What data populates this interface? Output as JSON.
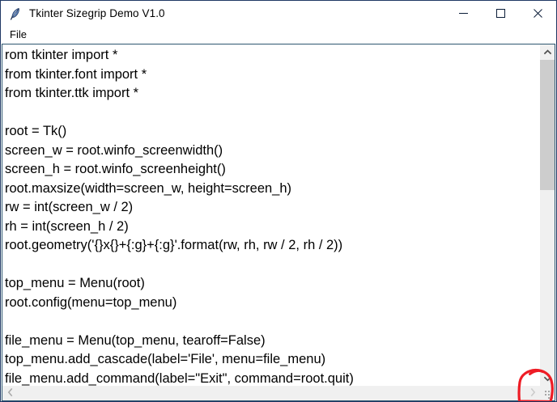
{
  "window": {
    "title": "Tkinter Sizegrip Demo V1.0",
    "icon": "feather-icon",
    "border_color": "#1f3864",
    "controls": {
      "minimize_label": "Minimize",
      "maximize_label": "Maximize",
      "close_label": "Close"
    }
  },
  "menu_bar": {
    "items": [
      {
        "label": "File"
      }
    ]
  },
  "editor": {
    "lines": [
      "rom tkinter import *",
      "from tkinter.font import *",
      "from tkinter.ttk import *",
      "",
      "root = Tk()",
      "screen_w = root.winfo_screenwidth()",
      "screen_h = root.winfo_screenheight()",
      "root.maxsize(width=screen_w, height=screen_h)",
      "rw = int(screen_w / 2)",
      "rh = int(screen_h / 2)",
      "root.geometry('{}x{}+{:g}+{:g}'.format(rw, rh, rw / 2, rh / 2))",
      "",
      "top_menu = Menu(root)",
      "root.config(menu=top_menu)",
      "",
      "file_menu = Menu(top_menu, tearoff=False)",
      "top_menu.add_cascade(label='File', menu=file_menu)",
      "file_menu.add_command(label=\"Exit\", command=root.quit)"
    ],
    "background": "#ffffff",
    "text_color": "#000000"
  },
  "scrollbars": {
    "vertical": {
      "up_arrow": "chevron-up-icon",
      "down_arrow": "chevron-down-icon",
      "thumb_color": "#cdcdcd",
      "track_color": "#f0f0f0"
    },
    "horizontal": {
      "left_arrow": "chevron-left-icon",
      "right_arrow": "chevron-right-icon",
      "track_color": "#f0f0f0"
    }
  },
  "sizegrip": {
    "name": "sizegrip",
    "dot_color": "#a6a6a6"
  },
  "annotation": {
    "shape": "hand-drawn-ellipse",
    "color": "#ee1c25",
    "target": "sizegrip"
  }
}
